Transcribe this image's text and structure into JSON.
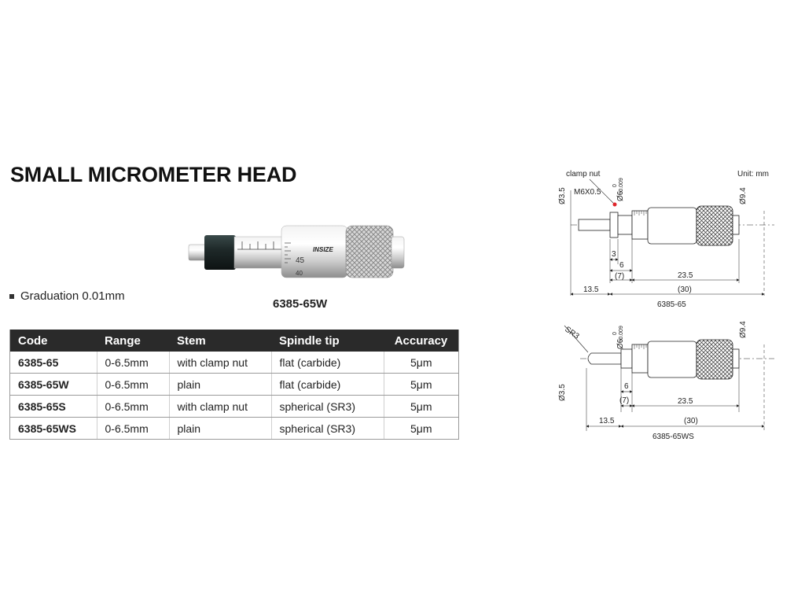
{
  "page": {
    "title": "SMALL MICROMETER HEAD",
    "graduation": "Graduation 0.01mm",
    "photo_caption": "6385-65W",
    "photo_brand": "INSIZE"
  },
  "table": {
    "headers": [
      "Code",
      "Range",
      "Stem",
      "Spindle tip",
      "Accuracy"
    ],
    "rows": [
      [
        "6385-65",
        "0-6.5mm",
        "with clamp nut",
        "flat (carbide)",
        "5μm"
      ],
      [
        "6385-65W",
        "0-6.5mm",
        "plain",
        "flat (carbide)",
        "5μm"
      ],
      [
        "6385-65S",
        "0-6.5mm",
        "with clamp nut",
        "spherical (SR3)",
        "5μm"
      ],
      [
        "6385-65WS",
        "0-6.5mm",
        "plain",
        "spherical (SR3)",
        "5μm"
      ]
    ]
  },
  "drawing_top": {
    "unit": "Unit: mm",
    "clamp_label": "clamp nut",
    "thread": "M6X0.5",
    "stem_dia": "Ø6",
    "tol_upper": "0",
    "tol_lower": "-0.009",
    "spindle_dia": "Ø3.5",
    "thimble_dia": "Ø9.4",
    "dim_3": "3",
    "dim_6": "6",
    "dim_7": "(7)",
    "dim_23_5": "23.5",
    "dim_13_5": "13.5",
    "dim_30": "(30)",
    "model": "6385-65"
  },
  "drawing_bottom": {
    "sr": "SR3",
    "stem_dia": "Ø6",
    "tol_upper": "0",
    "tol_lower": "-0.009",
    "spindle_dia": "Ø3.5",
    "thimble_dia": "Ø9.4",
    "dim_6": "6",
    "dim_7": "(7)",
    "dim_23_5": "23.5",
    "dim_13_5": "13.5",
    "dim_30": "(30)",
    "model": "6385-65WS"
  },
  "colors": {
    "header_bg": "#2a2a2a",
    "header_text": "#ffffff",
    "clamp_dot": "#e0262b"
  }
}
